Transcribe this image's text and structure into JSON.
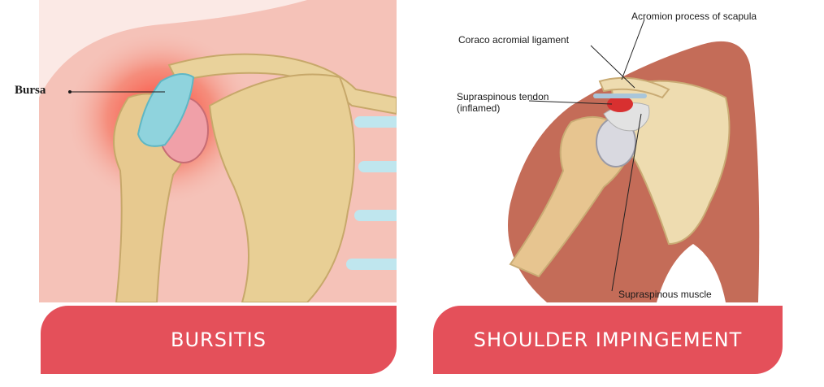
{
  "panels": {
    "left": {
      "annotation": "Bursa",
      "banner": "BURSITIS",
      "colors": {
        "skin": "#f6c6bd",
        "inflammation": "#ee3a36",
        "bone": "#e9d29b",
        "bursa": "#8fd3dd"
      }
    },
    "right": {
      "annotations": {
        "acromion": "Acromion process of scapula",
        "coraco": "Coraco acromial ligament",
        "tendon_line1": "Supraspinous tendon",
        "tendon_line2": "(inflamed)",
        "muscle": "Supraspinous muscle"
      },
      "banner": "SHOULDER IMPINGEMENT",
      "colors": {
        "muscle": "#b8624f",
        "bone": "#eedcb0",
        "tendon": "#d9d9d9",
        "inflamed": "#d83030"
      }
    }
  },
  "banner_color": "#e4505a"
}
